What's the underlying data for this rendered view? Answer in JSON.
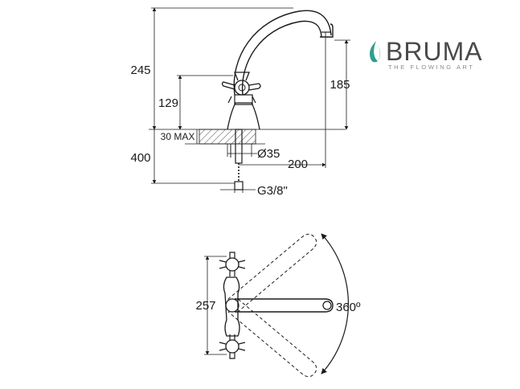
{
  "brand": {
    "name": "BRUMA",
    "tagline": "THE FLOWING ART",
    "accent_color": "#2f9e8f",
    "icon": "drop-icon"
  },
  "side_view": {
    "dims": {
      "total_height": "245",
      "spout_height": "185",
      "handle_height": "129",
      "deck_max": "30 MAX",
      "below_deck": "400",
      "hole_diameter": "Ø35",
      "reach": "200",
      "thread": "G3/8\""
    }
  },
  "top_view": {
    "dims": {
      "handle_spacing": "257",
      "rotation": "360º"
    }
  }
}
